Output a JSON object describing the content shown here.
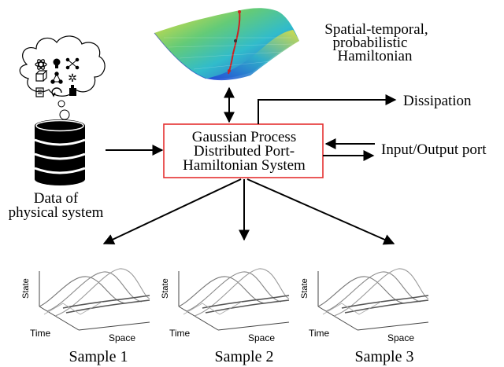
{
  "colors": {
    "center_box_border": "#e53030",
    "arrow": "#000000",
    "sample_lines": "#555555",
    "surface_low": "#1f3fd0",
    "surface_mid": "#26b8c8",
    "surface_high": "#f0e030",
    "trajectory": "#cc2222"
  },
  "icons": {
    "database": "database-icon",
    "thought_cloud": "thought-cloud-icon",
    "surface": "hamiltonian-surface-icon"
  },
  "center": {
    "line1": "Gaussian Process",
    "line2": "Distributed Port-",
    "line3": "Hamiltonian System"
  },
  "hamiltonian": {
    "line1": "Spatial-temporal,",
    "line2": "probabilistic",
    "line3": "Hamiltonian"
  },
  "dissipation": "Dissipation",
  "io_port": "Input/Output port",
  "data": {
    "line1": "Data of",
    "line2": "physical system"
  },
  "samples": [
    {
      "label": "Sample 1",
      "state": "State",
      "time": "Time",
      "space": "Space"
    },
    {
      "label": "Sample 2",
      "state": "State",
      "time": "Time",
      "space": "Space"
    },
    {
      "label": "Sample 3",
      "state": "State",
      "time": "Time",
      "space": "Space"
    }
  ]
}
